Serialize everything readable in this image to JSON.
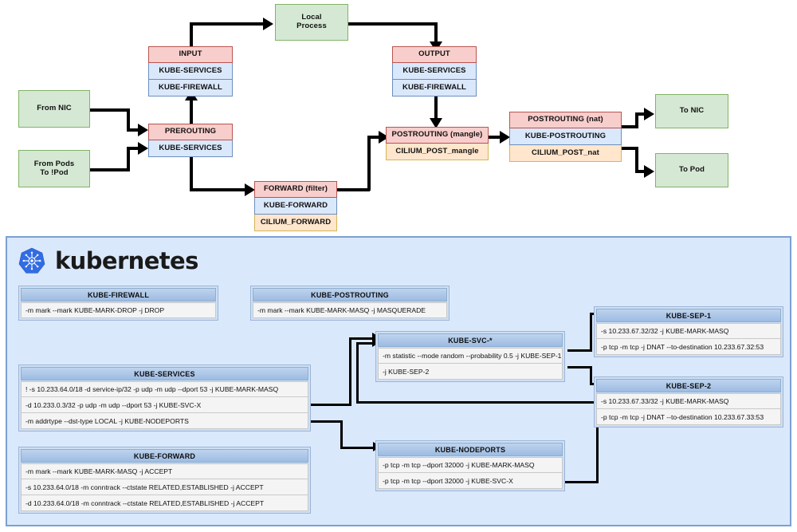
{
  "diagram": {
    "title": "Kubernetes / Cilium iptables packet flow",
    "colors": {
      "chain_red": "#f8cecc",
      "chain_blue": "#dae8fc",
      "chain_yellow": "#ffe6cc",
      "endpoint_green": "#d5e8d4",
      "panel_background": "#dae8fc",
      "panel_border": "#7d9fd3",
      "k8s_logo_blue": "#326ce5"
    },
    "endpoints": [
      {
        "id": "from-nic",
        "label": "From NIC"
      },
      {
        "id": "from-pods",
        "label": "From Pods\nTo !Pod",
        "line1": "From Pods",
        "line2": "To !Pod"
      },
      {
        "id": "local-proc",
        "label": "Local\nProcess",
        "line1": "Local",
        "line2": "Process"
      },
      {
        "id": "to-nic",
        "label": "To NIC"
      },
      {
        "id": "to-pod",
        "label": "To Pod"
      }
    ],
    "hooks": [
      {
        "id": "prerouting",
        "title": "PREROUTING",
        "chains": [
          {
            "label": "KUBE-SERVICES",
            "kind": "blue"
          }
        ]
      },
      {
        "id": "input",
        "title": "INPUT",
        "chains": [
          {
            "label": "KUBE-SERVICES",
            "kind": "blue"
          },
          {
            "label": "KUBE-FIREWALL",
            "kind": "blue"
          }
        ]
      },
      {
        "id": "output",
        "title": "OUTPUT",
        "chains": [
          {
            "label": "KUBE-SERVICES",
            "kind": "blue"
          },
          {
            "label": "KUBE-FIREWALL",
            "kind": "blue"
          }
        ]
      },
      {
        "id": "forward",
        "title": "FORWARD (filter)",
        "chains": [
          {
            "label": "KUBE-FORWARD",
            "kind": "blue"
          },
          {
            "label": "CILIUM_FORWARD",
            "kind": "yellow"
          }
        ]
      },
      {
        "id": "postrouting-mangle",
        "title": "POSTROUTING (mangle)",
        "chains": [
          {
            "label": "CILIUM_POST_mangle",
            "kind": "yellow"
          }
        ]
      },
      {
        "id": "postrouting-nat",
        "title": "POSTROUTING (nat)",
        "chains": [
          {
            "label": "KUBE-POSTROUTING",
            "kind": "blue"
          },
          {
            "label": "CILIUM_POST_nat",
            "kind": "yellow"
          }
        ]
      }
    ]
  },
  "panel": {
    "logo_text": "kubernetes",
    "logo_icon": "kubernetes-helm-icon",
    "tables": [
      {
        "id": "kube-firewall",
        "header": "KUBE-FIREWALL",
        "rows": [
          "-m mark --mark KUBE-MARK-DROP -j DROP"
        ]
      },
      {
        "id": "kube-postrouting",
        "header": "KUBE-POSTROUTING",
        "rows": [
          "-m mark --mark KUBE-MARK-MASQ -j MASQUERADE"
        ]
      },
      {
        "id": "kube-services",
        "header": "KUBE-SERVICES",
        "rows": [
          "! -s 10.233.64.0/18 -d service-ip/32 -p udp  -m udp --dport 53 -j KUBE-MARK-MASQ",
          "-d 10.233.0.3/32 -p udp  -m udp --dport 53 -j KUBE-SVC-X",
          "-m addrtype --dst-type LOCAL -j KUBE-NODEPORTS"
        ]
      },
      {
        "id": "kube-forward",
        "header": "KUBE-FORWARD",
        "rows": [
          "-m mark --mark KUBE-MARK-MASQ -j ACCEPT",
          "-s 10.233.64.0/18  -m conntrack --ctstate RELATED,ESTABLISHED -j ACCEPT",
          "-d 10.233.64.0/18  -m conntrack --ctstate RELATED,ESTABLISHED -j ACCEPT"
        ]
      },
      {
        "id": "kube-svc-star",
        "header": "KUBE-SVC-*",
        "rows": [
          "-m statistic --mode random --probability 0.5 -j KUBE-SEP-1",
          "-j KUBE-SEP-2"
        ]
      },
      {
        "id": "kube-nodeports",
        "header": "KUBE-NODEPORTS",
        "rows": [
          "-p tcp -m tcp --dport 32000 -j KUBE-MARK-MASQ",
          "-p tcp -m tcp --dport 32000 -j KUBE-SVC-X"
        ]
      },
      {
        "id": "kube-sep-1",
        "header": "KUBE-SEP-1",
        "rows": [
          "-s 10.233.67.32/32  -j KUBE-MARK-MASQ",
          "-p tcp -m tcp -j DNAT --to-destination 10.233.67.32:53"
        ]
      },
      {
        "id": "kube-sep-2",
        "header": "KUBE-SEP-2",
        "rows": [
          "-s 10.233.67.33/32  -j KUBE-MARK-MASQ",
          "-p tcp -m tcp -j DNAT --to-destination 10.233.67.33:53"
        ]
      }
    ]
  }
}
